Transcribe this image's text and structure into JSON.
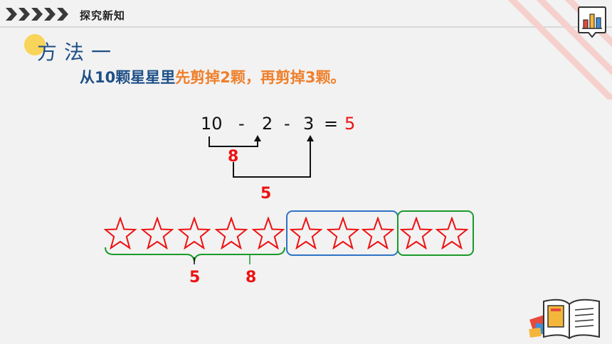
{
  "header": {
    "title": "探究新知"
  },
  "method": {
    "title": "方法一"
  },
  "intro": {
    "part1": "从10颗星星里",
    "part2": "先剪掉2颗，再剪掉3颗。"
  },
  "equation": {
    "a": "10",
    "op1": "-",
    "b": "2",
    "op2": "-",
    "c": "3",
    "eq": "=",
    "result": "5"
  },
  "annotations": {
    "first_result": "8",
    "second_result": "5",
    "brace_left": "5",
    "brace_right": "8"
  },
  "stars": {
    "count": 10,
    "blue_group": 3,
    "green_group": 2
  },
  "colors": {
    "accent_blue": "#1e4f86",
    "accent_orange": "#ef7f2a",
    "red": "#ee1111",
    "box_blue": "#2e72c5",
    "box_green": "#1a9a2a"
  },
  "icons": [
    "chevrons-icon",
    "chart-icon",
    "book-icon"
  ]
}
